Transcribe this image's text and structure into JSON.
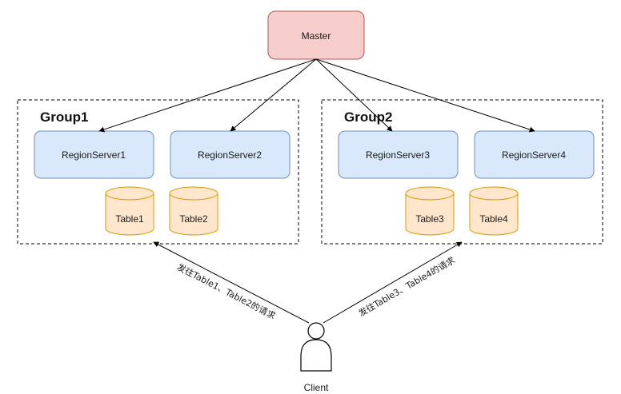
{
  "master": {
    "label": "Master",
    "fill": "#f8cecc",
    "stroke": "#b85450"
  },
  "groups": [
    {
      "title": "Group1",
      "servers": [
        "RegionServer1",
        "RegionServer2"
      ],
      "tables": [
        "Table1",
        "Table2"
      ]
    },
    {
      "title": "Group2",
      "servers": [
        "RegionServer3",
        "RegionServer4"
      ],
      "tables": [
        "Table3",
        "Table4"
      ]
    }
  ],
  "server_style": {
    "fill": "#dae8fc",
    "stroke": "#6c8ebf"
  },
  "table_style": {
    "fill": "#ffe6cc",
    "stroke": "#d79b00"
  },
  "client": {
    "label": "Client",
    "icon": "person-icon"
  },
  "requests": {
    "group1": "发往Table1、Table2的请求",
    "group2": "发往Table3、Table4的请求"
  }
}
